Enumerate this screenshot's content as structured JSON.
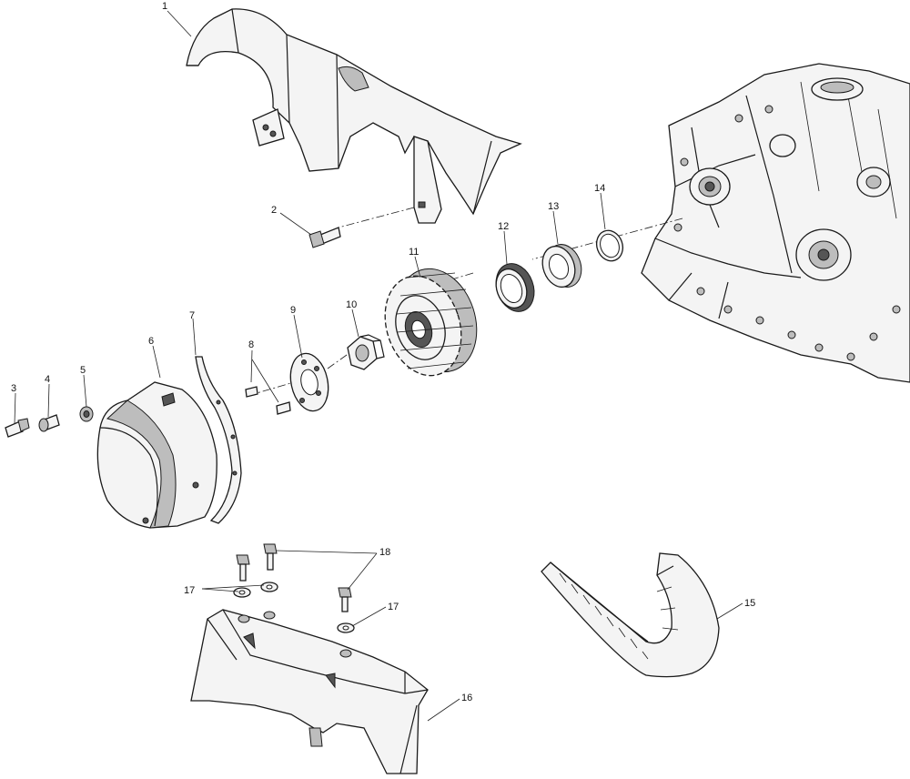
{
  "callouts": [
    {
      "id": "c1",
      "text": "1"
    },
    {
      "id": "c2",
      "text": "2"
    },
    {
      "id": "c3",
      "text": "3"
    },
    {
      "id": "c4",
      "text": "4"
    },
    {
      "id": "c5",
      "text": "5"
    },
    {
      "id": "c6",
      "text": "6"
    },
    {
      "id": "c7",
      "text": "7"
    },
    {
      "id": "c8",
      "text": "8"
    },
    {
      "id": "c9",
      "text": "9"
    },
    {
      "id": "c10",
      "text": "10"
    },
    {
      "id": "c11",
      "text": "11"
    },
    {
      "id": "c12",
      "text": "12"
    },
    {
      "id": "c13",
      "text": "13"
    },
    {
      "id": "c14",
      "text": "14"
    },
    {
      "id": "c15",
      "text": "15"
    },
    {
      "id": "c16",
      "text": "16"
    },
    {
      "id": "c17a",
      "text": "17"
    },
    {
      "id": "c17b",
      "text": "17"
    },
    {
      "id": "c18",
      "text": "18"
    }
  ]
}
